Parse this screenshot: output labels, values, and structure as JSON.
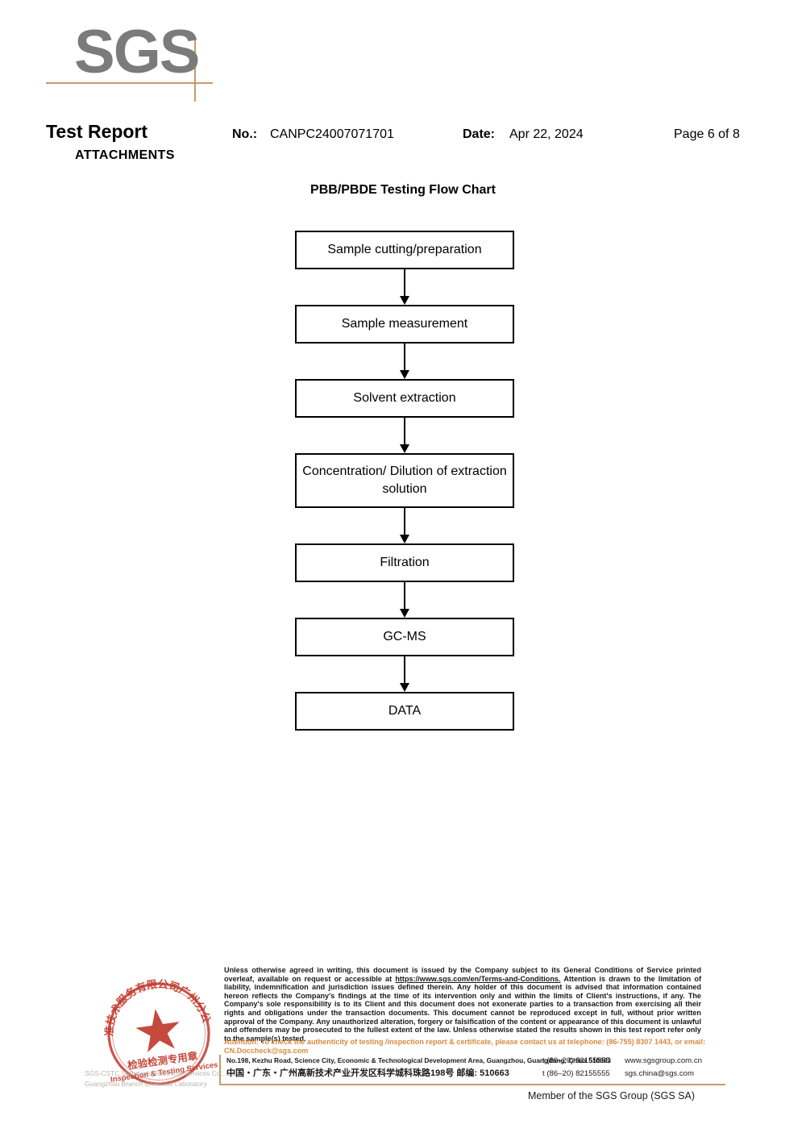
{
  "logo": {
    "text": "SGS",
    "color": "#7b7b7b",
    "accent_color": "#c69a6b"
  },
  "header": {
    "title": "Test Report",
    "subtitle": "ATTACHMENTS",
    "no_label": "No.:",
    "no_value": "CANPC24007071701",
    "date_label": "Date:",
    "date_value": "Apr 22, 2024",
    "page": "Page 6 of 8"
  },
  "flow_chart": {
    "title": "PBB/PBDE Testing Flow Chart",
    "steps": [
      {
        "label": "Sample cutting/preparation",
        "lines": 1
      },
      {
        "label": "Sample measurement",
        "lines": 1
      },
      {
        "label": "Solvent extraction",
        "lines": 1
      },
      {
        "label": "Concentration/ Dilution of extraction solution",
        "lines": 2
      },
      {
        "label": "Filtration",
        "lines": 1
      },
      {
        "label": "GC-MS",
        "lines": 1
      },
      {
        "label": "DATA",
        "lines": 1
      }
    ]
  },
  "footer": {
    "legal_part1": "Unless otherwise agreed in writing, this document is issued by the Company subject to its General Conditions of Service printed overleaf, available on request or accessible at ",
    "legal_link": "https://www.sgs.com/en/Terms-and-Conditions.",
    "legal_part2": " Attention is drawn to the limitation of liability, indemnification and jurisdiction issues defined therein. Any holder of this document is advised that information contained hereon reflects the Company's findings at the time of its intervention only and within the limits of Client's instructions, if any. The Company's sole responsibility is to its Client and this document does not exonerate parties to a transaction from exercising all their rights and obligations under the transaction documents. This document cannot be reproduced except in full, without prior written approval of the Company. Any unauthorized alteration, forgery or falsification of the content or appearance of this document is unlawful and offenders may be prosecuted to the fullest extent of the law. Unless otherwise stated the results shown in this test report refer only to the sample(s) tested.",
    "attention": "Attention: To check the authenticity of testing /inspection report & certificate, please contact us at telephone: (86-755) 8307 1443, or email: CN.Doccheck@sgs.com",
    "attention_color": "#d98a3d",
    "address_en": "No.198, Kezhu Road, Science City, Economic & Technological Development Area, Guangzhou, Guangdong, China 510663",
    "address_cn": "中国・广东・广州高新技术产业开发区科学城科珠路198号    邮编: 510663",
    "tel1": "t (86–20) 82155555",
    "tel2": "t (86–20) 82155555",
    "website": "www.sgsgroup.com.cn",
    "email": "sgs.china@sgs.com",
    "member": "Member of the SGS Group (SGS SA)",
    "branch_line1": "SGS-CSTC Standards Technical  Services  Co., Ltd.",
    "branch_line2": "Guangzhou Branch          Chemical Laboratory"
  },
  "stamp": {
    "outer_text_cn": "标准技术服务有限公司广州分公司",
    "center_cn": "检验检测专用章",
    "center_en": "Inspection & Testing Services",
    "color": "#c0392b"
  }
}
